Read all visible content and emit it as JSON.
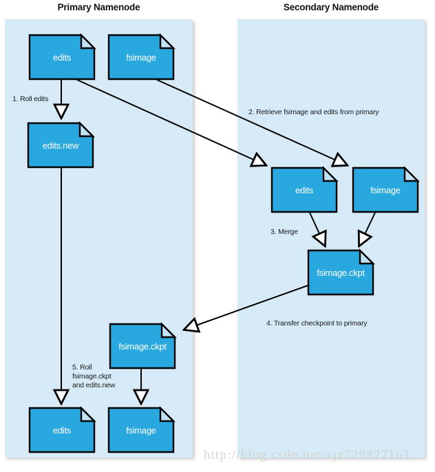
{
  "panels": [
    {
      "id": "primary",
      "title": "Primary Namenode"
    },
    {
      "id": "secondary",
      "title": "Secondary Namenode"
    }
  ],
  "nodes": [
    {
      "id": "p-edits",
      "label": "edits",
      "panel": "primary"
    },
    {
      "id": "p-fsimage",
      "label": "fsimage",
      "panel": "primary"
    },
    {
      "id": "p-edits-new",
      "label": "edits.new",
      "panel": "primary"
    },
    {
      "id": "p-ckpt",
      "label": "fsimage.ckpt",
      "panel": "primary"
    },
    {
      "id": "p-edits-final",
      "label": "edits",
      "panel": "primary"
    },
    {
      "id": "p-fsimage-final",
      "label": "fsimage",
      "panel": "primary"
    },
    {
      "id": "s-edits",
      "label": "edits",
      "panel": "secondary"
    },
    {
      "id": "s-fsimage",
      "label": "fsimage",
      "panel": "secondary"
    },
    {
      "id": "s-ckpt",
      "label": "fsimage.ckpt",
      "panel": "secondary"
    }
  ],
  "steps": [
    {
      "id": "step-1",
      "label": "1. Roll edits"
    },
    {
      "id": "step-2",
      "label": "2. Retrieve fsimage and edits from primary"
    },
    {
      "id": "step-3",
      "label": "3. Merge"
    },
    {
      "id": "step-4",
      "label": "4. Transfer checkpoint to primary"
    },
    {
      "id": "step-5",
      "label": "5. Roll\nfsimage.ckpt\nand edits.new"
    }
  ],
  "watermark": "http://blog.csdn.net/xjz729827161",
  "colors": {
    "panel_fill": "#d6eaf7",
    "doc_fill": "#29a8df",
    "doc_fold": "#bfe2f5",
    "doc_stroke": "#000000",
    "label_text": "#ffffff",
    "title_text": "#111111",
    "watermark_text": "#cfcfc8"
  }
}
